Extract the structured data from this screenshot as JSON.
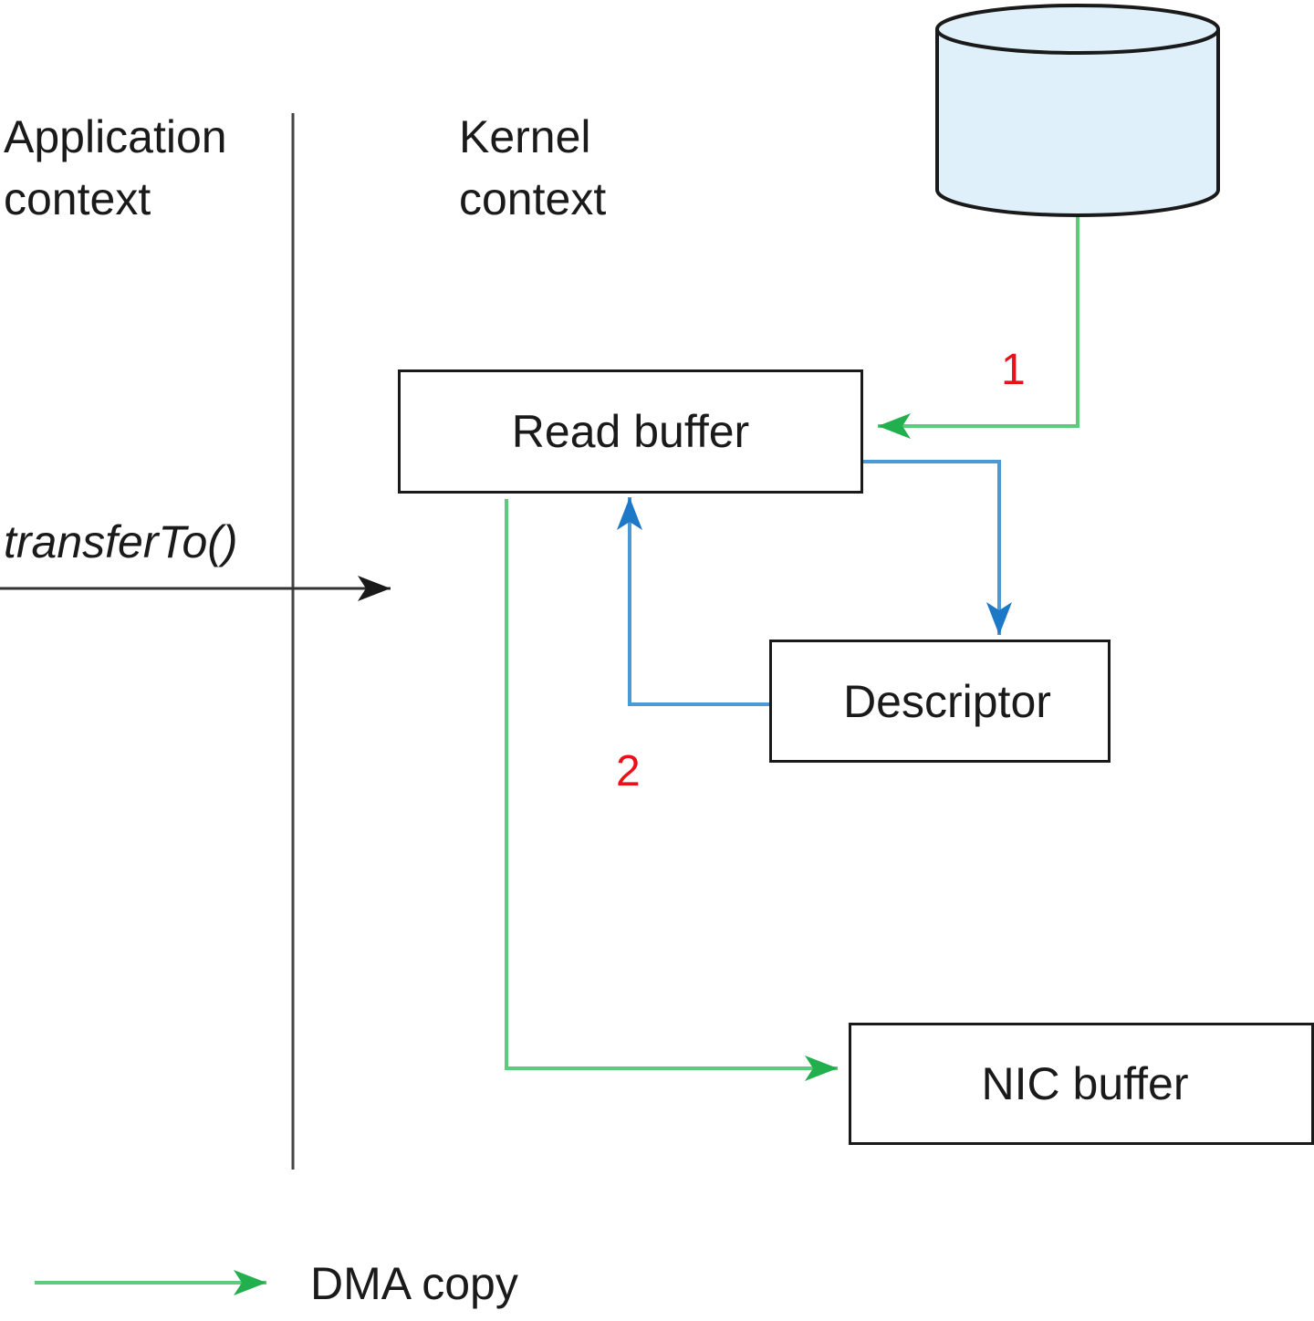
{
  "contexts": {
    "application": [
      "Application",
      "context"
    ],
    "kernel": [
      "Kernel",
      "context"
    ]
  },
  "call_label": "transferTo()",
  "boxes": {
    "read_buffer": "Read buffer",
    "descriptor": "Descriptor",
    "nic_buffer": "NIC buffer"
  },
  "step_labels": [
    "1",
    "2"
  ],
  "legend": {
    "dma_copy": "DMA copy"
  },
  "colors": {
    "dma_arrow": "#2ebd59",
    "descriptor_arrow": "#2a86d0",
    "step_number": "#e8121b",
    "disk_fill": "#dff0fa",
    "outline": "#1a1a1a"
  }
}
